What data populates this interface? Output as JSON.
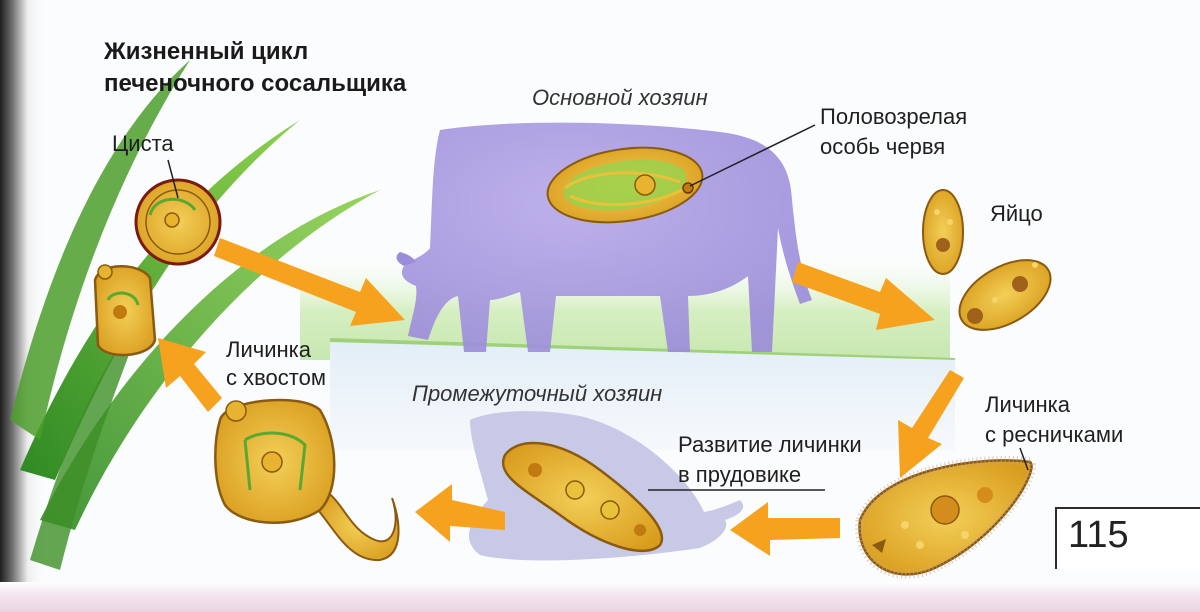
{
  "title": {
    "line1": "Жизненный цикл",
    "line2": "печеночного сосальщика"
  },
  "labels": {
    "main_host": "Основной хозяин",
    "adult": {
      "line1": "Половозрелая",
      "line2": "особь червя"
    },
    "egg": "Яйцо",
    "ciliated_larva": {
      "line1": "Личинка",
      "line2": "с ресничками"
    },
    "development": {
      "line1": "Развитие личинки",
      "line2": "в прудовике"
    },
    "intermediate_host": "Промежуточный хозяин",
    "tailed_larva": {
      "line1": "Личинка",
      "line2": "с хвостом"
    },
    "cyst": "Циста"
  },
  "page_number": "115",
  "colors": {
    "arrow": "#f6a21e",
    "cow": "#a99be0",
    "snail": "#c5c6e6",
    "grass": "#5aa832",
    "organism": "#e8b430",
    "organism_outline": "#8a5a10"
  }
}
